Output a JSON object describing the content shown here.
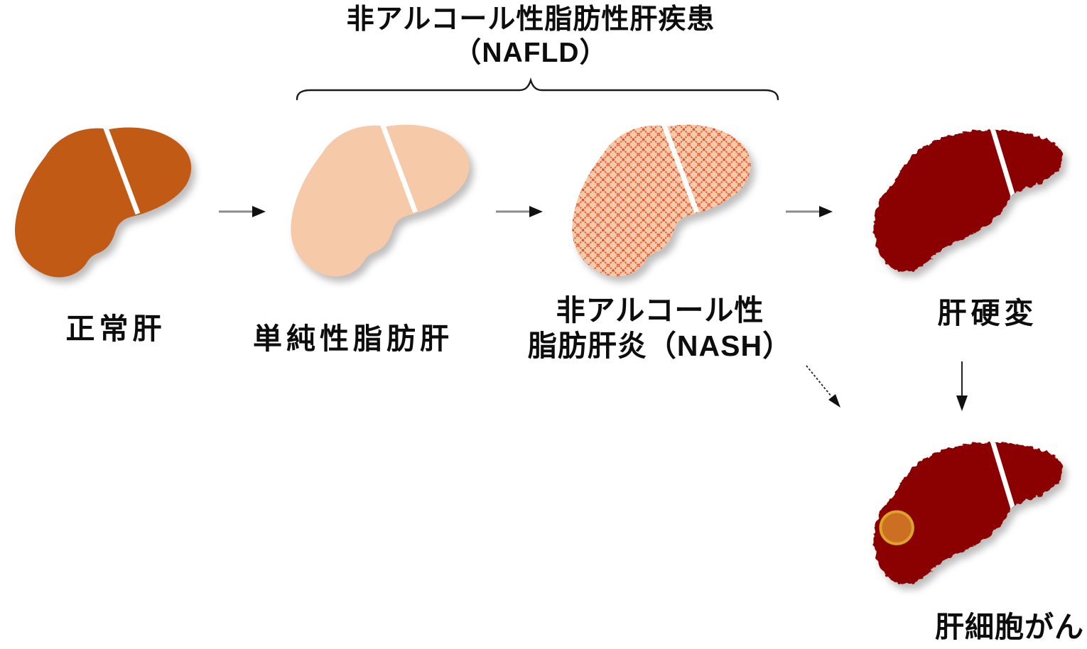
{
  "title": {
    "line1": "非アルコール性脂肪性肝疾患",
    "line2": "（NAFLD）"
  },
  "stages": [
    {
      "id": "normal",
      "label": "正常肝"
    },
    {
      "id": "steatosis",
      "label": "単純性脂肪肝"
    },
    {
      "id": "nash",
      "label_line1": "非アルコール性",
      "label_line2": "脂肪肝炎（NASH）"
    },
    {
      "id": "cirrhosis",
      "label": "肝硬変"
    },
    {
      "id": "hcc",
      "label": "肝細胞がん"
    }
  ],
  "colors": {
    "normal_liver": "#c05a14",
    "fatty_liver": "#f6c9a9",
    "nash_base": "#f6c9a9",
    "nash_hatch": "#dd4f28",
    "cirrhosis_liver": "#8b0101",
    "hcc_liver": "#8b0101",
    "tumor_ring": "#d9a427",
    "tumor_fill": "#cc6f22",
    "arrow_line": "#8c8c8c",
    "arrow_head": "#111111",
    "thin_arrow": "#222222",
    "brace": "#1a1a1a"
  }
}
